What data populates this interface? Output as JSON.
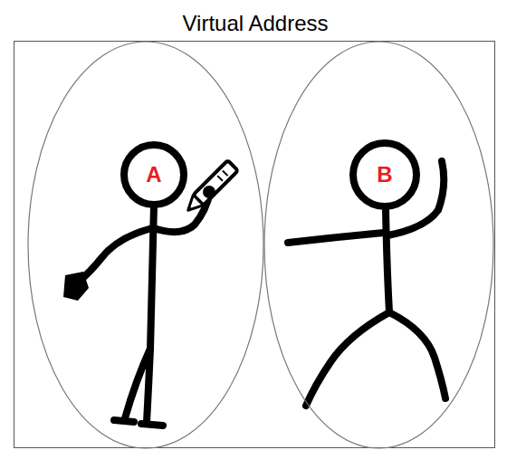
{
  "diagram": {
    "nodes": [
      {
        "text": [
          "Virtual Address"
        ]
      },
      {
        "text": [
          "A"
        ],
        "in": 0
      },
      {
        "text": [
          "B"
        ],
        "in": 0
      }
    ]
  }
}
